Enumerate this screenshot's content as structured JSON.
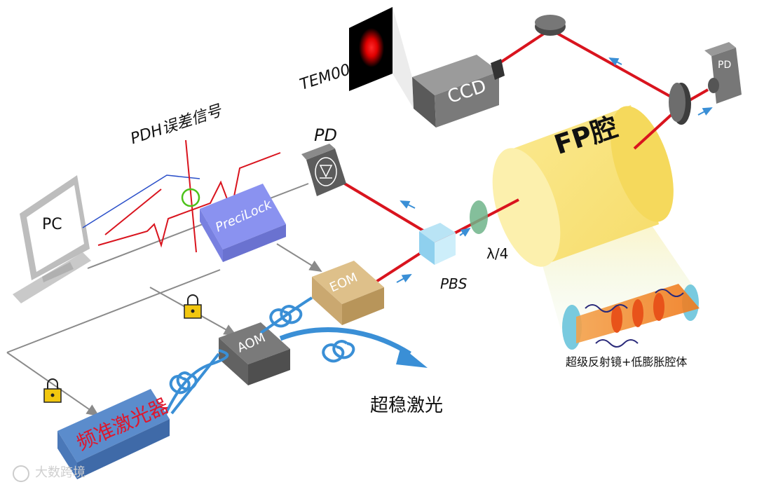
{
  "labels": {
    "tem": "TEM00",
    "ccd": "CCD",
    "pd_top": "PD",
    "pd_left": "PD",
    "fp_cavity": "FP腔",
    "pdh_signal": "PDH误差信号",
    "pc": "PC",
    "precilock": "PreciLock",
    "eom": "EOM",
    "aom": "AOM",
    "pbs": "PBS",
    "quarter_wave": "λ/4",
    "mirror_caption": "超级反射镜+低膨胀腔体",
    "output_label": "超稳激光",
    "laser_label": "频准激光器",
    "watermark": "大数跨境"
  },
  "colors": {
    "beam": "#d9141e",
    "fiber": "#3a8fd6",
    "cable": "#8a8a8a",
    "signal_wire": "#2a4fc9",
    "cavity": "#f7e27a",
    "precilock": "#7f87ef",
    "eom": "#d8b87e",
    "aom": "#6b6b6b",
    "laser": "#4f7fbd",
    "laser_text": "#e0162b",
    "lock_icon": "#f2c70f"
  }
}
